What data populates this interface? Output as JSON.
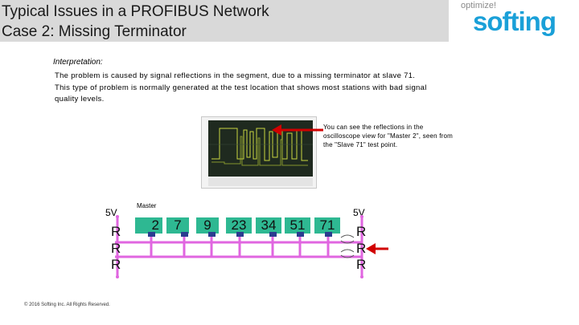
{
  "title": {
    "line1": "Typical Issues in a PROFIBUS Network",
    "line2": "Case 2: Missing Terminator"
  },
  "logo": {
    "tagline": "optimize!",
    "brand": "softing",
    "brand_color": "#1aa0d8"
  },
  "interpretation": {
    "heading": "Interpretation:",
    "line1": "The problem is caused by signal reflections in the segment, due to a missing terminator at slave 71.",
    "line2": "This type of problem is normally generated at the test location that shows most stations with bad signal quality levels."
  },
  "callout": {
    "text": "You can see the reflections in the oscilloscope view for \"Master 2\", seen from the \"Slave 71\" test point."
  },
  "diagram": {
    "left_voltage": "5V",
    "right_voltage": "5V",
    "master_label": "Master",
    "resistor_label": "R",
    "stations": [
      "2",
      "7",
      "9",
      "23",
      "34",
      "51",
      "71"
    ],
    "station_color": "#2eb892",
    "bus_color": "#e066e0",
    "connector_color": "#2b3d8f",
    "arrow_color": "#d10000"
  },
  "footer": {
    "copyright": "© 2016 Softing Inc. All Rights Reserved."
  }
}
